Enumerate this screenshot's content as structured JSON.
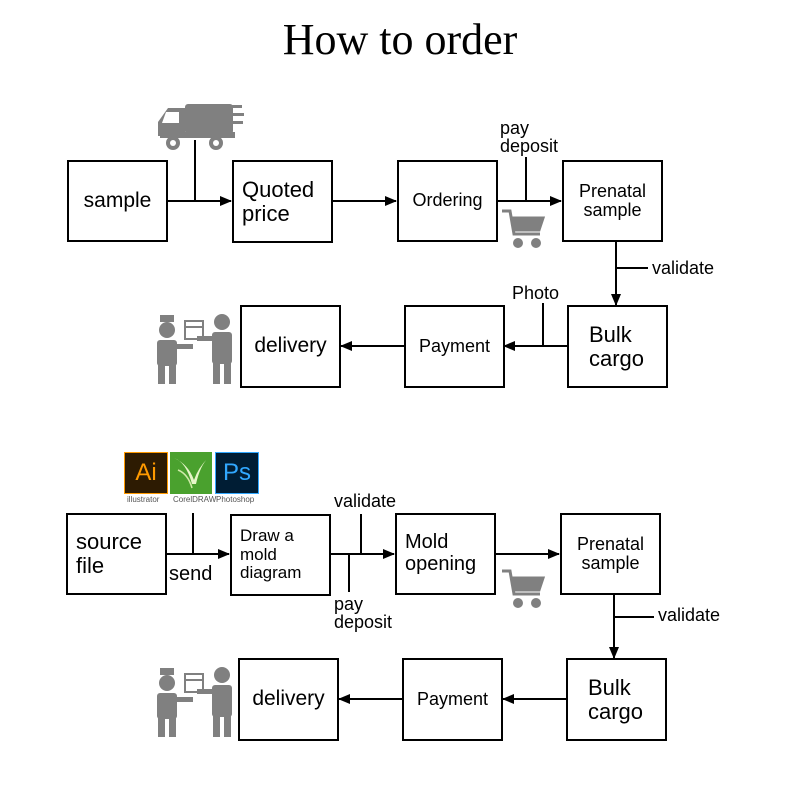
{
  "title": "How to order",
  "flow1": {
    "sample": "sample",
    "quoted_price": "Quoted\nprice",
    "ordering": "Ordering",
    "prenatal_sample": "Prenatal\nsample",
    "bulk_cargo": "Bulk\ncargo",
    "payment": "Payment",
    "delivery": "delivery",
    "label_pay_deposit": "pay\ndeposit",
    "label_validate": "validate",
    "label_photo": "Photo"
  },
  "flow2": {
    "source_file": "source\nfile",
    "draw_mold_diagram": "Draw a\nmold\ndiagram",
    "mold_opening": "Mold\nopening",
    "prenatal_sample": "Prenatal\nsample",
    "bulk_cargo": "Bulk\ncargo",
    "payment": "Payment",
    "delivery": "delivery",
    "label_send": "send",
    "label_validate_top": "validate",
    "label_pay_deposit": "pay\ndeposit",
    "label_validate_side": "validate"
  },
  "software": {
    "illustrator_logo": "Ai",
    "illustrator_caption": "illustrator",
    "coreldraw_caption": "CorelDRAW",
    "photoshop_logo": "Ps",
    "photoshop_caption": "Photoshop"
  },
  "colors": {
    "illustrator_bg": "#2d1b02",
    "illustrator_fg": "#ff9a00",
    "coreldraw_bg": "#4aa12e",
    "photoshop_bg": "#001d34",
    "photoshop_fg": "#31a8ff",
    "icon_gray": "#808080"
  }
}
